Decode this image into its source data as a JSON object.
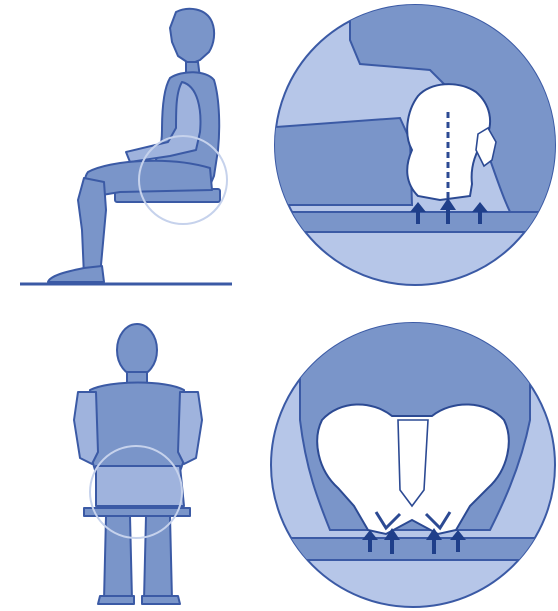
{
  "figure": {
    "panels": [
      {
        "id": "side-view",
        "label": ""
      },
      {
        "id": "side-detail",
        "label": ""
      },
      {
        "id": "back-view",
        "label": ""
      },
      {
        "id": "back-detail",
        "label": ""
      }
    ]
  },
  "colors": {
    "body_fill": "#7a95c9",
    "body_light": "#9fb3dd",
    "stroke": "#3b5aa5",
    "dark": "#2c4a93",
    "circle_fill": "#8aa2d4",
    "circle_bg": "#b6c6e8",
    "bone": "#ffffff",
    "arrow": "#1f3f8a"
  }
}
